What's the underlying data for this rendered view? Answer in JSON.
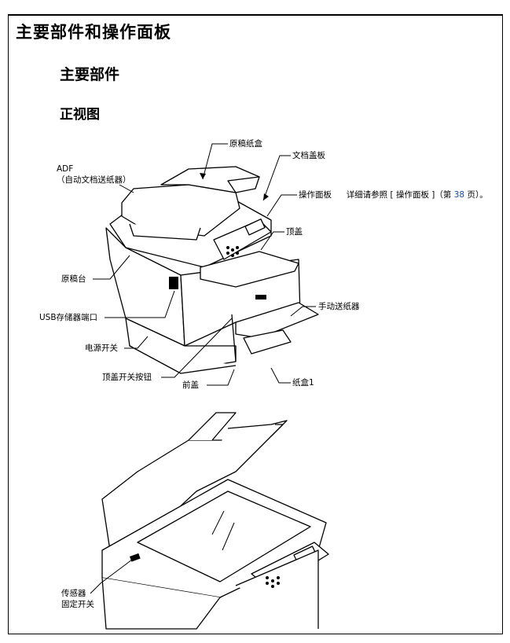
{
  "page": {
    "title": "主要部件和操作面板",
    "section": "主要部件",
    "subsection": "正视图"
  },
  "callouts": {
    "adf_line1": "ADF",
    "adf_line2": "（自动文档送纸器）",
    "original_tray": "原稿纸盒",
    "doc_cover": "文档盖板",
    "op_panel": "操作面板",
    "op_panel_ref_pre": "详细请参照 [ 操作面板 ]（第 ",
    "op_panel_ref_page": "38",
    "op_panel_ref_post": " 页）。",
    "top_cover": "顶盖",
    "original_table": "原稿台",
    "usb_port": "USB存储器端口",
    "manual_feeder": "手动送纸器",
    "power_switch": "电源开关",
    "top_cover_button": "顶盖开关按钮",
    "front_cover": "前盖",
    "tray1": "纸盒1",
    "sensor_lock_line1": "传感器",
    "sensor_lock_line2": "固定开关"
  }
}
